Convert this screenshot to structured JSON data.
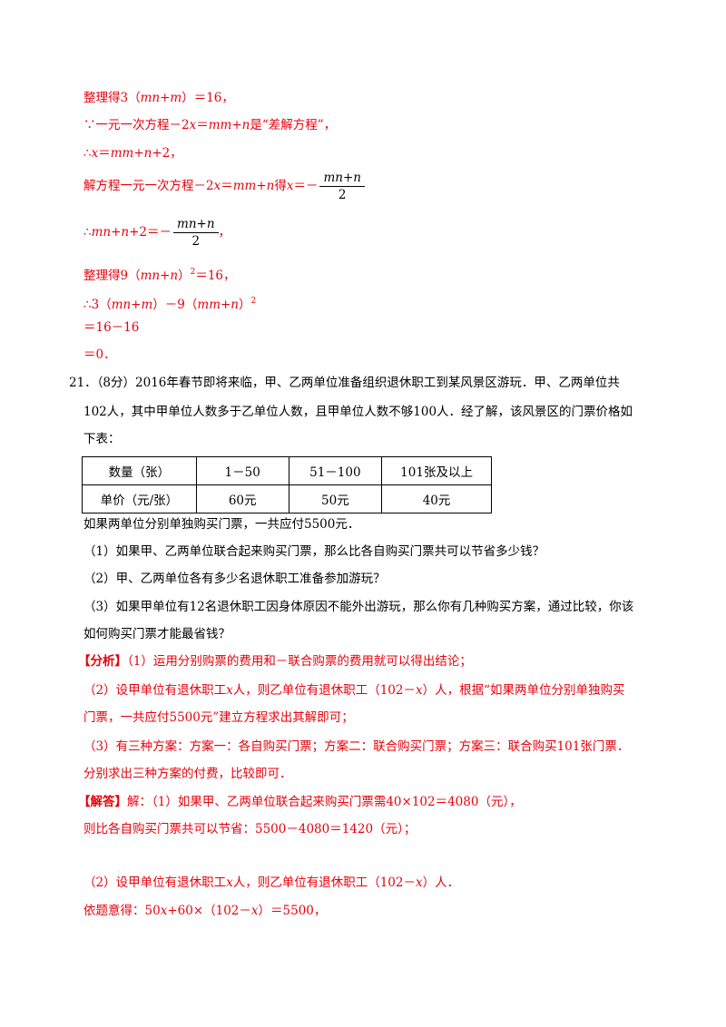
{
  "solution_top": {
    "l1_a": "整理得3（",
    "l1_b": "mn+m",
    "l1_c": "）＝16，",
    "l2_a": "∵一元一次方程－2",
    "l2_b": "x",
    "l2_c": "＝",
    "l2_d": "mm+n",
    "l2_e": "是“差解方程”，",
    "l3_a": "∴",
    "l3_b": "x",
    "l3_c": "＝",
    "l3_d": "mm+n+",
    "l3_e": "2，",
    "l4_a": "解方程一元一次方程－2",
    "l4_b": "x",
    "l4_c": "＝",
    "l4_d": "mm+n",
    "l4_e": "得",
    "l4_f": "x",
    "l4_g": "＝－",
    "l4_num": "mn+n",
    "l4_den": "2",
    "l5_a": "∴",
    "l5_b": "mn+n+",
    "l5_c": "2＝－",
    "l5_num": "mn+n",
    "l5_den": "2",
    "l5_d": "，",
    "l6_a": "整理得9（",
    "l6_b": "mn+n",
    "l6_c": "）",
    "l6_sup": "2",
    "l6_d": "＝16，",
    "l7_a": "∴3（",
    "l7_b": "mn+m",
    "l7_c": "）－9（",
    "l7_d": "mm+n",
    "l7_e": "）",
    "l7_sup": "2",
    "l8": "＝16－16",
    "l9": "＝0．"
  },
  "question": {
    "number": "21．",
    "line1": "（8分）2016年春节即将来临，甲、乙两单位准备组织退休职工到某风景区游玩．甲、乙两单位共",
    "line2": "102人，其中甲单位人数多于乙单位人数，且甲单位人数不够100人．经了解，该风景区的门票价格如",
    "line3": "下表：",
    "after_table": "如果两单位分别单独购买门票，一共应付5500元．",
    "q1": "（1）如果甲、乙两单位联合起来购买门票，那么比各自购买门票共可以节省多少钱？",
    "q2": "（2）甲、乙两单位各有多少名退休职工准备参加游玩？",
    "q3a": "（3）如果甲单位有12名退休职工因身体原因不能外出游玩，那么你有几种购买方案，通过比较，你该",
    "q3b": "如何购买门票才能最省钱？"
  },
  "table": {
    "row1": [
      "数量（张）",
      "1－50",
      "51－100",
      "101张及以上"
    ],
    "row2": [
      "单价（元/张）",
      "60元",
      "50元",
      "40元"
    ]
  },
  "analysis": {
    "tag": "【分析】",
    "p1": "（1）运用分别购票的费用和－联合购票的费用就可以得出结论；",
    "p2a_1": "（2）设甲单位有退休职工",
    "p2a_x": "x",
    "p2a_2": "人，则乙单位有退休职工（102－",
    "p2a_x2": "x",
    "p2a_3": "）人，根据“如果两单位分别单独购买",
    "p2b": "门票，一共应付5500元”建立方程求出其解即可；",
    "p3a": "（3）有三种方案：方案一：各自购买门票；方案二：联合购买门票；方案三：联合购买101张门票．",
    "p3b": "分别求出三种方案的付费，比较即可．"
  },
  "answer": {
    "tag": "【解答】",
    "l1": "解：（1）如果甲、乙两单位联合起来购买门票需40×102＝4080（元），",
    "l2": "则比各自购买门票共可以节省：5500－4080＝1420（元）；",
    "l3_1": "（2）设甲单位有退休职工",
    "l3_x": "x",
    "l3_2": "人，则乙单位有退休职工（102－",
    "l3_x2": "x",
    "l3_3": "）人．",
    "l4_1": "依题意得：50",
    "l4_x": "x",
    "l4_2": "+60×（102－",
    "l4_x2": "x",
    "l4_3": "）＝5500，"
  }
}
